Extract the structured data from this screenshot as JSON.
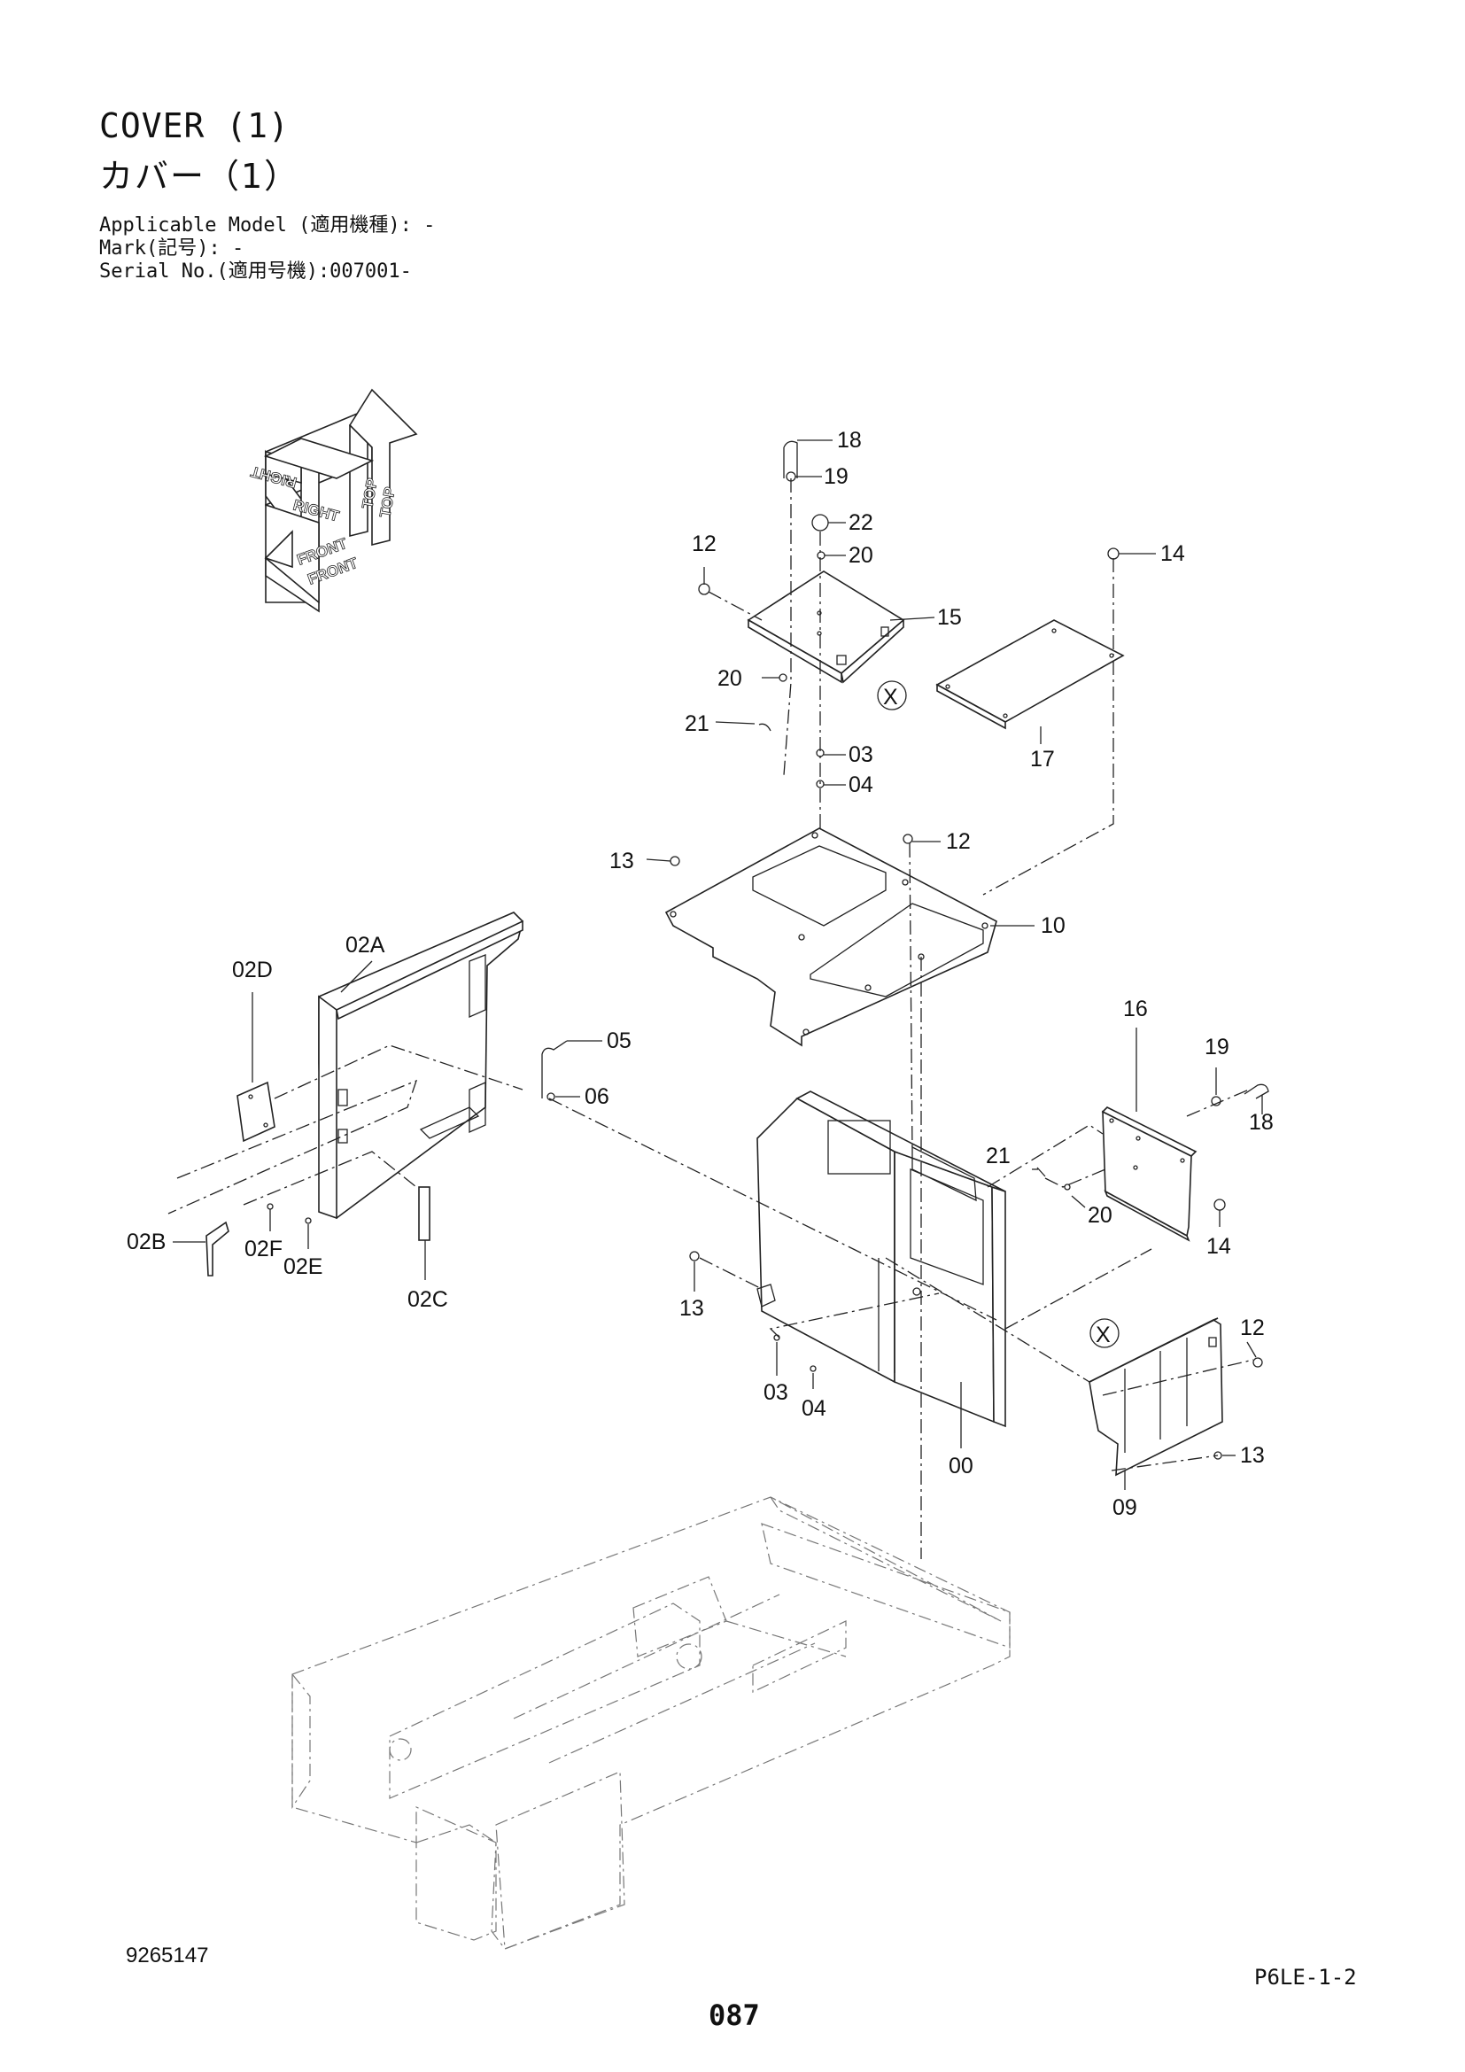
{
  "header": {
    "title_en": "COVER (1)",
    "title_jp": "カバー（1）",
    "applicable_model": "Applicable Model (適用機種): -",
    "mark": "Mark(記号): -",
    "serial_no": "Serial No.(適用号機):007001-"
  },
  "orientation": {
    "top_1": "TOP",
    "top_2": "TOP",
    "right_1": "RIGHT",
    "right_2": "RIGHT",
    "front_1": "FRONT",
    "front_2": "FRONT"
  },
  "callouts": {
    "c18a": "18",
    "c19a": "19",
    "c22": "22",
    "c20a": "20",
    "c12a": "12",
    "c14a": "14",
    "c15": "15",
    "c20b": "20",
    "c21a": "21",
    "c17": "17",
    "c03a": "03",
    "c04a": "04",
    "c13a": "13",
    "c12b": "12",
    "c10": "10",
    "c02A": "02A",
    "c02D": "02D",
    "c05": "05",
    "c06": "06",
    "c16": "16",
    "c19b": "19",
    "c18b": "18",
    "c21b": "21",
    "c20c": "20",
    "c14b": "14",
    "c02B": "02B",
    "c02F": "02F",
    "c02E": "02E",
    "c02C": "02C",
    "c13b": "13",
    "c03b": "03",
    "c04b": "04",
    "c12c": "12",
    "c00": "00",
    "c13c": "13",
    "c09": "09"
  },
  "not_used_symbol": "X",
  "footer": {
    "drawing_no": "9265147",
    "page_code": "P6LE-1-2",
    "page_number": "087"
  }
}
